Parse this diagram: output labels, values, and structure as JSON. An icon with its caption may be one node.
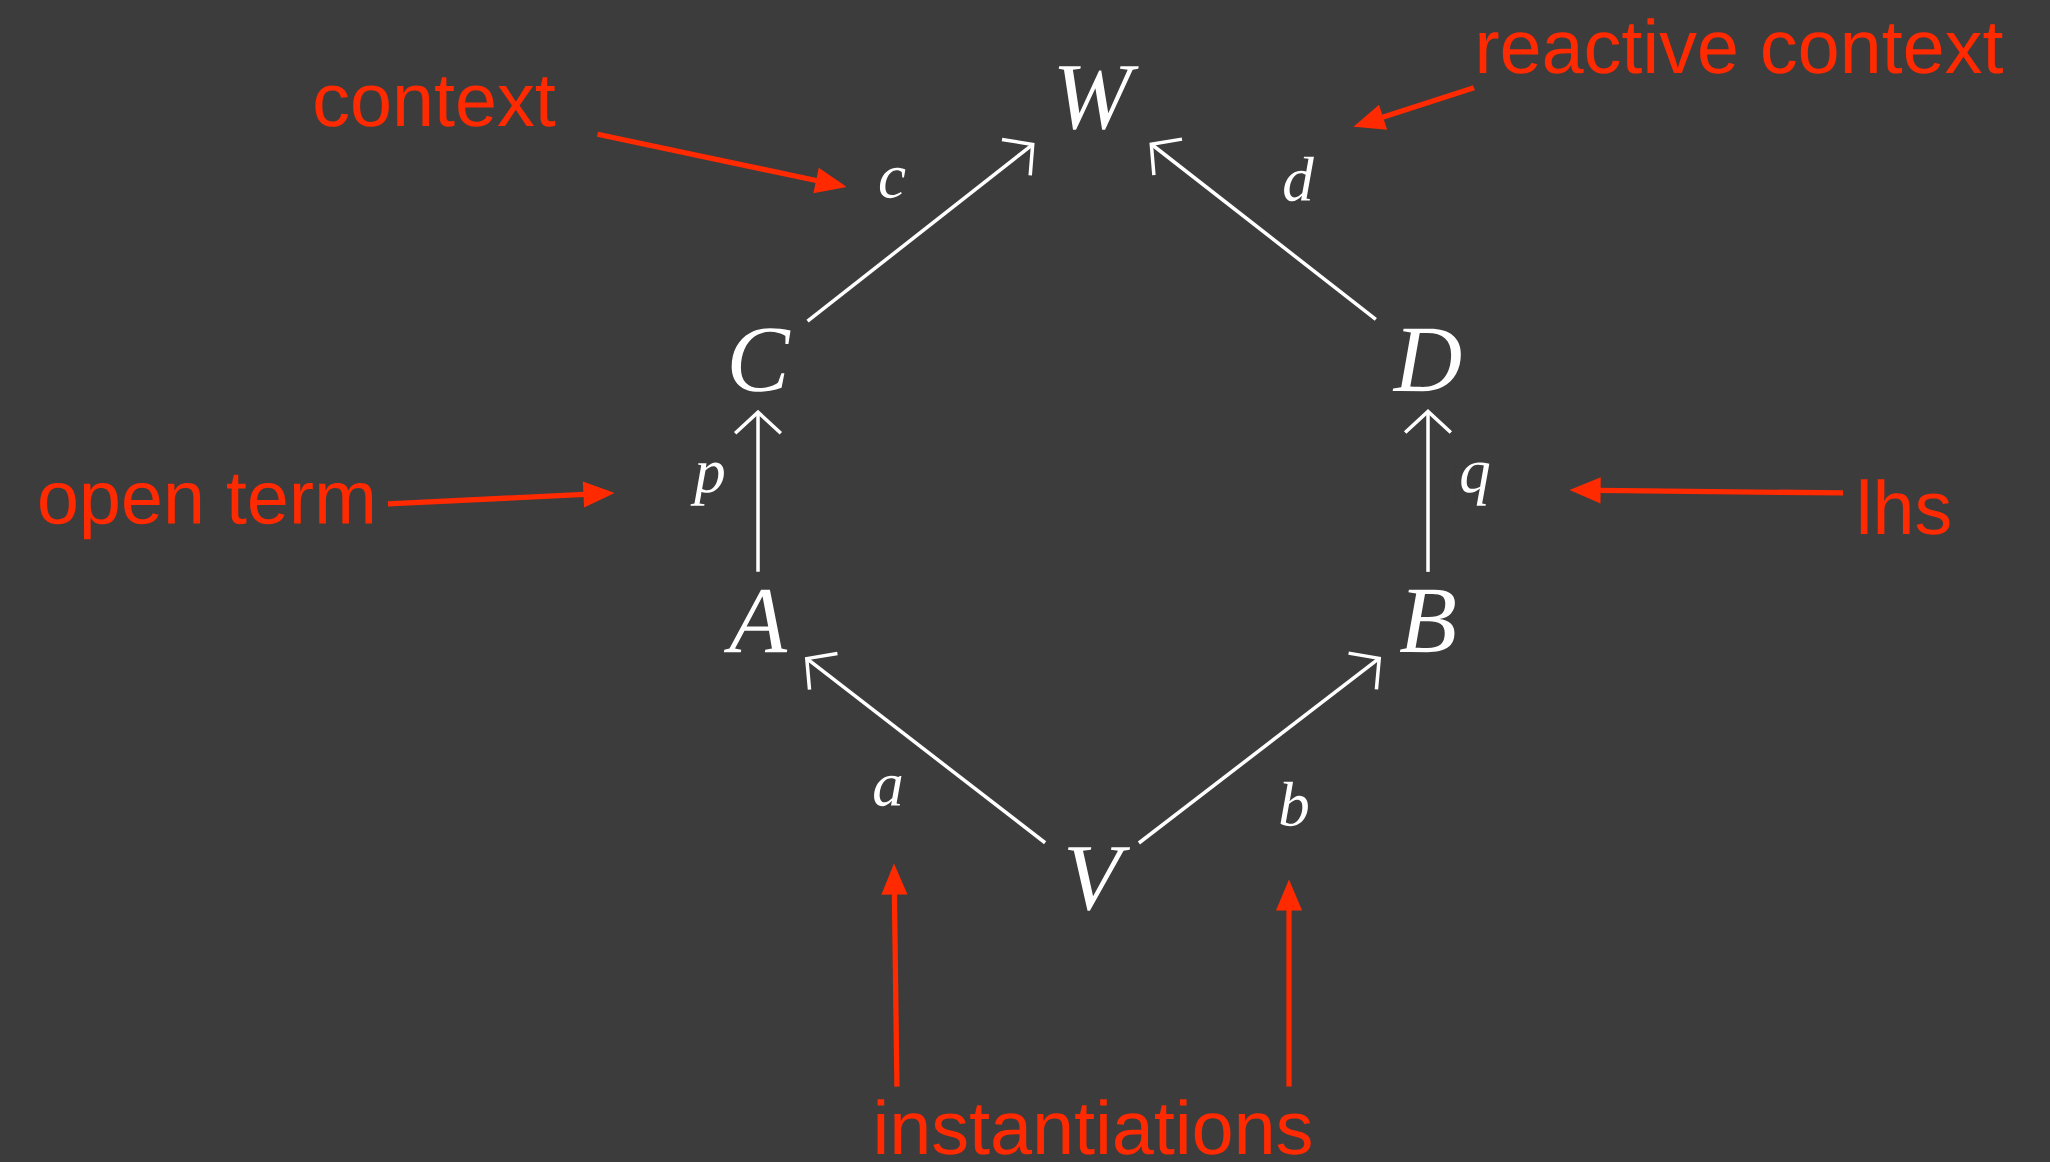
{
  "diagram": {
    "nodes": [
      {
        "text": [
          "context"
        ]
      },
      {
        "text": [
          "W"
        ]
      },
      {
        "text": [
          "reactive context"
        ]
      },
      {
        "text": [
          "C"
        ]
      },
      {
        "text": [
          "D"
        ]
      },
      {
        "text": [
          "open term"
        ]
      },
      {
        "text": [
          "lhs"
        ]
      },
      {
        "text": [
          "A"
        ]
      },
      {
        "text": [
          "B"
        ]
      },
      {
        "text": [
          "V"
        ]
      },
      {
        "text": [
          "instantiations"
        ]
      }
    ],
    "edges": [
      {
        "from": 3,
        "to": 1,
        "arrow": "to",
        "label": "c"
      },
      {
        "from": 4,
        "to": 1,
        "arrow": "to",
        "label": "d"
      },
      {
        "from": 7,
        "to": 3,
        "arrow": "to",
        "label": "p"
      },
      {
        "from": 8,
        "to": 4,
        "arrow": "to",
        "label": "q"
      },
      {
        "from": 9,
        "to": 7,
        "arrow": "to",
        "label": "a"
      },
      {
        "from": 9,
        "to": 8,
        "arrow": "to",
        "label": "b"
      },
      {
        "from": 0,
        "to": null,
        "arrow": "to",
        "color": "#ff2a00"
      },
      {
        "from": 2,
        "to": null,
        "arrow": "to",
        "color": "#ff2a00"
      },
      {
        "from": 5,
        "to": null,
        "arrow": "to",
        "color": "#ff2a00"
      },
      {
        "from": 6,
        "to": null,
        "arrow": "to",
        "color": "#ff2a00"
      },
      {
        "from": 10,
        "to": null,
        "arrow": "to",
        "color": "#ff2a00"
      },
      {
        "from": 10,
        "to": null,
        "arrow": "to",
        "color": "#ff2a00"
      }
    ]
  }
}
